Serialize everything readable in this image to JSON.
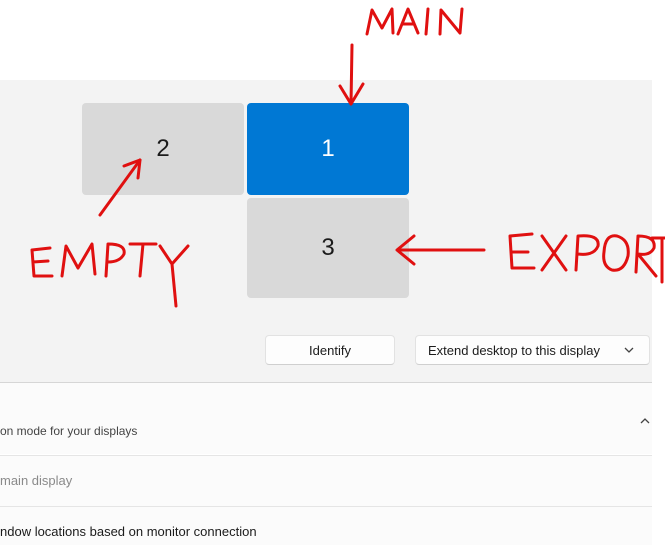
{
  "monitors": [
    {
      "id": "2",
      "label": "2",
      "selected": false
    },
    {
      "id": "1",
      "label": "1",
      "selected": true
    },
    {
      "id": "3",
      "label": "3",
      "selected": false
    }
  ],
  "buttons": {
    "identify": "Identify",
    "extend_select": "Extend desktop to this display"
  },
  "settings": {
    "row1_label": "on mode for your displays",
    "row2_label": "main display",
    "row3_label": "ndow locations based on monitor connection"
  },
  "annotations": {
    "main": "MAIN",
    "empty": "EMPTY",
    "export": "EXPORT"
  },
  "colors": {
    "accent": "#0078d4",
    "annotation_red": "#e01010"
  }
}
